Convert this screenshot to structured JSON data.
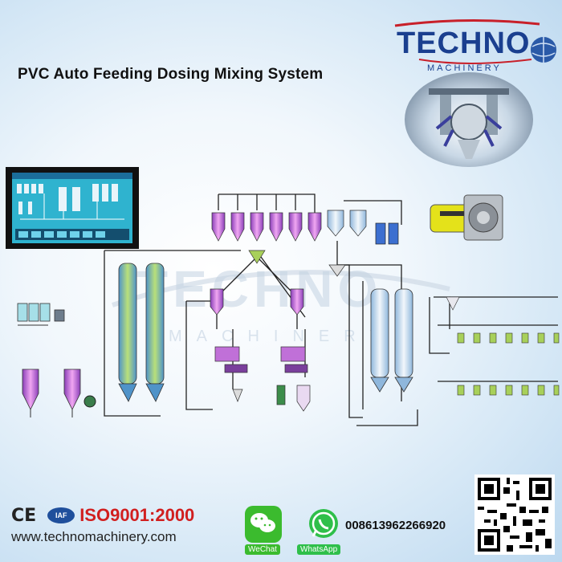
{
  "title": "PVC Auto Feeding Dosing Mixing System",
  "logo": {
    "brand": "TECHNO",
    "sub": "MACHINERY",
    "colors": {
      "blue": "#1a3f8f",
      "red": "#c8202a"
    }
  },
  "watermark": {
    "brand": "TECHNO",
    "sub": "MACHINERY"
  },
  "footer": {
    "ce": "CE",
    "iaf": "IAF",
    "iso": "ISO9001:2000",
    "website": "www.technomachinery.com",
    "wechat": "WeChat",
    "whatsapp": "WhatsApp",
    "phone": "008613962266920"
  },
  "colors": {
    "pipe": "#222222",
    "silo": "#7ab0e0",
    "silo_inner": "#a8d05a",
    "hopper": "#c070d8",
    "accent_red": "#d11f1f"
  }
}
